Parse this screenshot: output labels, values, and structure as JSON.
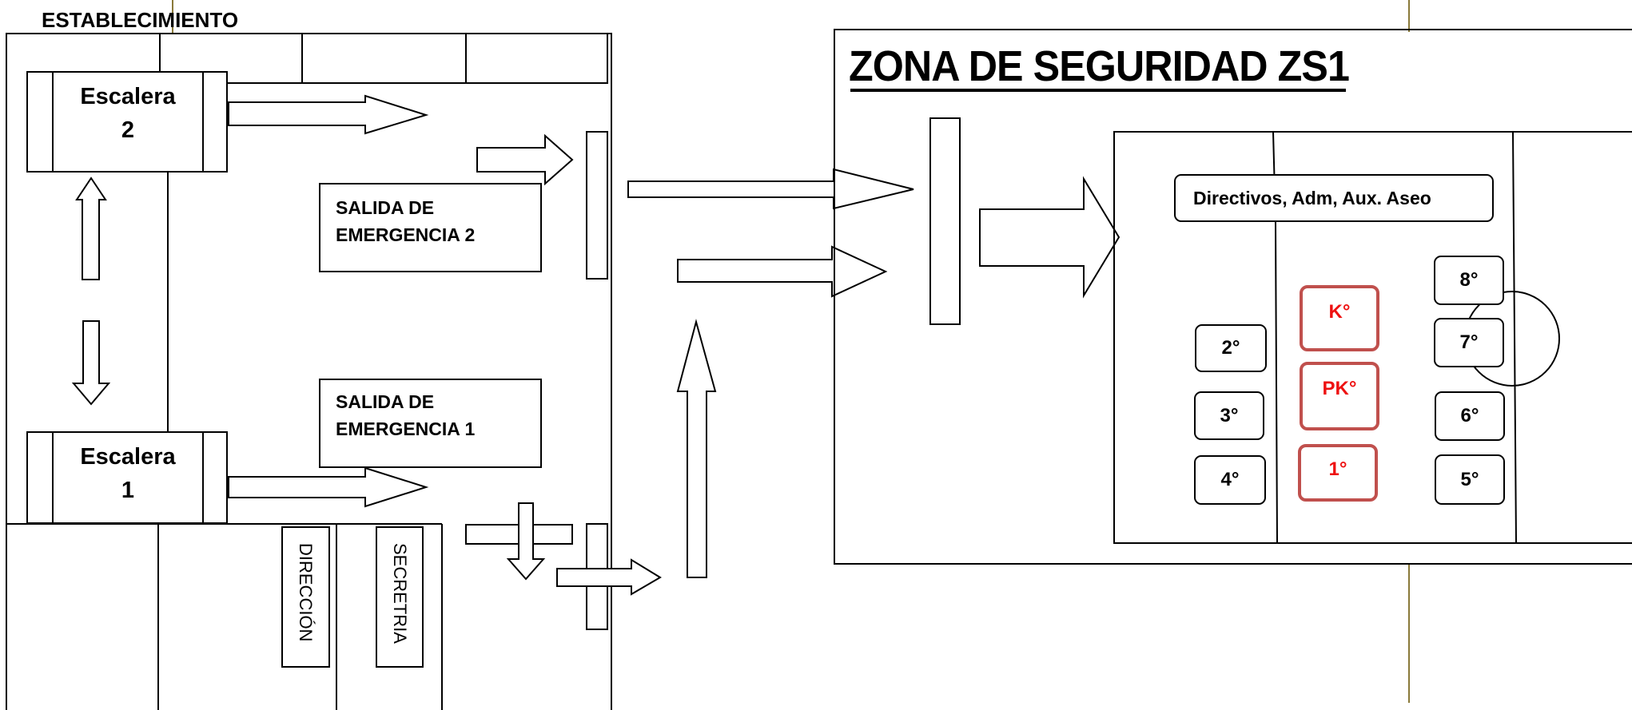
{
  "establishment_label": "ESTABLECIMIENTO",
  "stair_2": {
    "line1": "Escalera",
    "line2": "2"
  },
  "stair_1": {
    "line1": "Escalera",
    "line2": "1"
  },
  "exit_2": {
    "line1": "SALIDA DE",
    "line2": "EMERGENCIA 2"
  },
  "exit_1": {
    "line1": "SALIDA DE",
    "line2": "EMERGENCIA 1"
  },
  "rooms": {
    "direccion": "DIRECCIÓN",
    "secretria": "SECRETRIA"
  },
  "zone": {
    "title": "ZONA DE SEGURIDAD ZS1",
    "staff_label": "Directivos, Adm,  Aux. Aseo",
    "grades_left": [
      "2°",
      "3°",
      "4°"
    ],
    "grades_center": [
      "K°",
      "PK°",
      "1°"
    ],
    "grades_right": [
      "8°",
      "7°",
      "6°",
      "5°"
    ]
  },
  "colors": {
    "line": "#000000",
    "accent_line": "#8a7a3a",
    "red_border": "#c0504d",
    "red_text": "#ee1111"
  }
}
